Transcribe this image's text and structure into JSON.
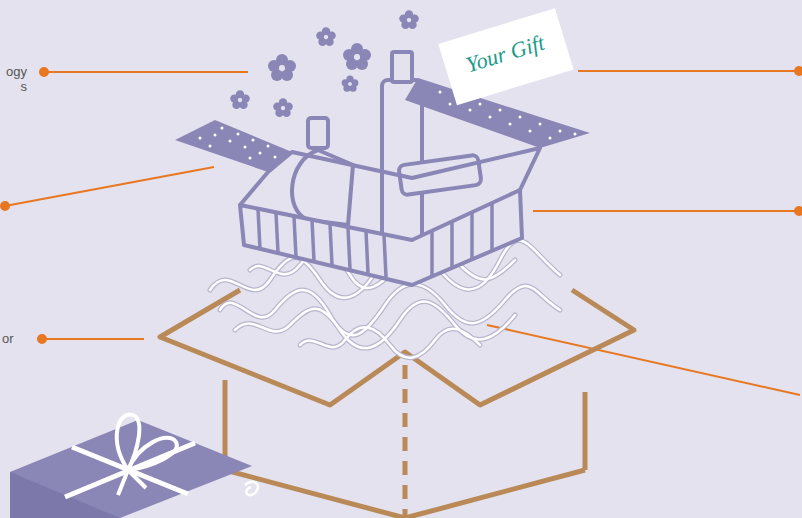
{
  "diagram": {
    "labels": [
      "ogy s",
      "or",
      "Your Gift"
    ]
  }
}
